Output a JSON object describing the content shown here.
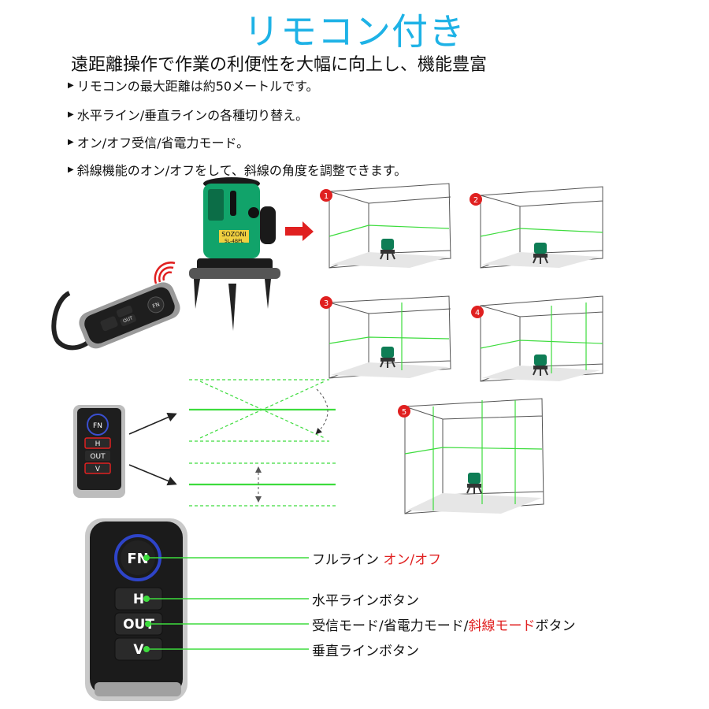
{
  "header": {
    "title": "リモコン付き",
    "subtitle": "遠距離操作で作業の利便性を大幅に向上し、機能豊富"
  },
  "bullets": [
    "リモコンの最大距離は約50メートルです。",
    "水平ライン/垂直ラインの各種切り替え。",
    "オン/オフ受信/省電力モード。",
    "斜線機能のオン/オフをして、斜線の角度を調整できます。"
  ],
  "device": {
    "brand": "SOZONI",
    "model": "5L-4BPL"
  },
  "remote_small": {
    "fn": "FN",
    "h": "H",
    "out": "OUT",
    "v": "V"
  },
  "remote_large": {
    "fn": "FN",
    "h": "H",
    "out": "OUT",
    "v": "V"
  },
  "modes": [
    "1",
    "2",
    "3",
    "4",
    "5"
  ],
  "callouts": {
    "fn_prefix": "フルライン ",
    "fn_red": "オン/オフ",
    "h": "水平ラインボタン",
    "out_prefix": "受信モード/省電力モード/",
    "out_red": "斜線モード",
    "out_suffix": "ボタン",
    "v": "垂直ラインボタン"
  },
  "colors": {
    "title": "#1eb2e6",
    "laser": "#3ddc3d",
    "red": "#e02020",
    "body": "#0e7d55"
  }
}
